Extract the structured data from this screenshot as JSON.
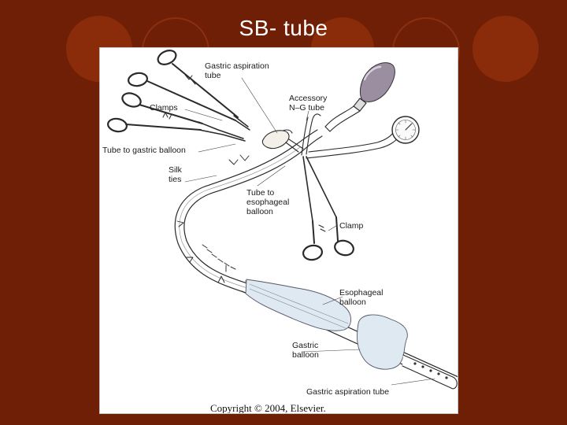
{
  "slide": {
    "title": "SB- tube",
    "background_color": "#6e1f06",
    "accent_color": "#8a2c0a"
  },
  "diagram": {
    "labels": {
      "gastric_aspiration_tube_top": [
        "Gastric aspiration",
        "tube"
      ],
      "clamps": "Clamps",
      "accessory_ng_tube": [
        "Accessory",
        "N–G tube"
      ],
      "tube_to_gastric_balloon": "Tube to gastric balloon",
      "silk_ties": [
        "Silk",
        "ties"
      ],
      "tube_to_esophageal_balloon": [
        "Tube to",
        "esophageal",
        "balloon"
      ],
      "clamp": "Clamp",
      "esophageal_balloon": [
        "Esophageal",
        "balloon"
      ],
      "gastric_balloon": [
        "Gastric",
        "balloon"
      ],
      "gastric_aspiration_tube_bottom": "Gastric aspiration tube"
    },
    "copyright": "Copyright © 2004, Elsevier."
  }
}
